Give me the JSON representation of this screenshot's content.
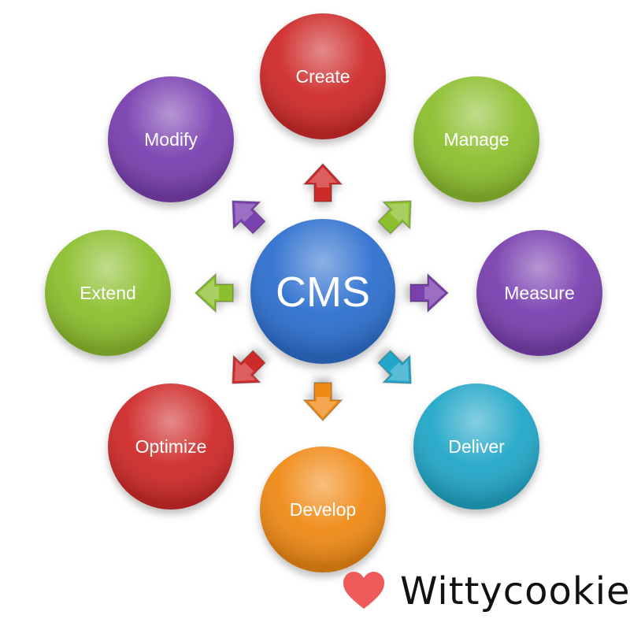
{
  "diagram": {
    "center": {
      "label": "CMS",
      "color": "#2f6fcf"
    },
    "nodes": [
      {
        "id": "create",
        "label": "Create",
        "color": "#cf2b2b"
      },
      {
        "id": "manage",
        "label": "Manage",
        "color": "#8cbf2f"
      },
      {
        "id": "measure",
        "label": "Measure",
        "color": "#7a3fb0"
      },
      {
        "id": "deliver",
        "label": "Deliver",
        "color": "#21a7c8"
      },
      {
        "id": "develop",
        "label": "Develop",
        "color": "#f08a18"
      },
      {
        "id": "optimize",
        "label": "Optimize",
        "color": "#cf2b2b"
      },
      {
        "id": "extend",
        "label": "Extend",
        "color": "#8cbf2f"
      },
      {
        "id": "modify",
        "label": "Modify",
        "color": "#7a3fb0"
      }
    ]
  },
  "watermark": {
    "text": "Wittycookie",
    "icon": "heart-icon",
    "icon_color": "#ef5a5a"
  }
}
